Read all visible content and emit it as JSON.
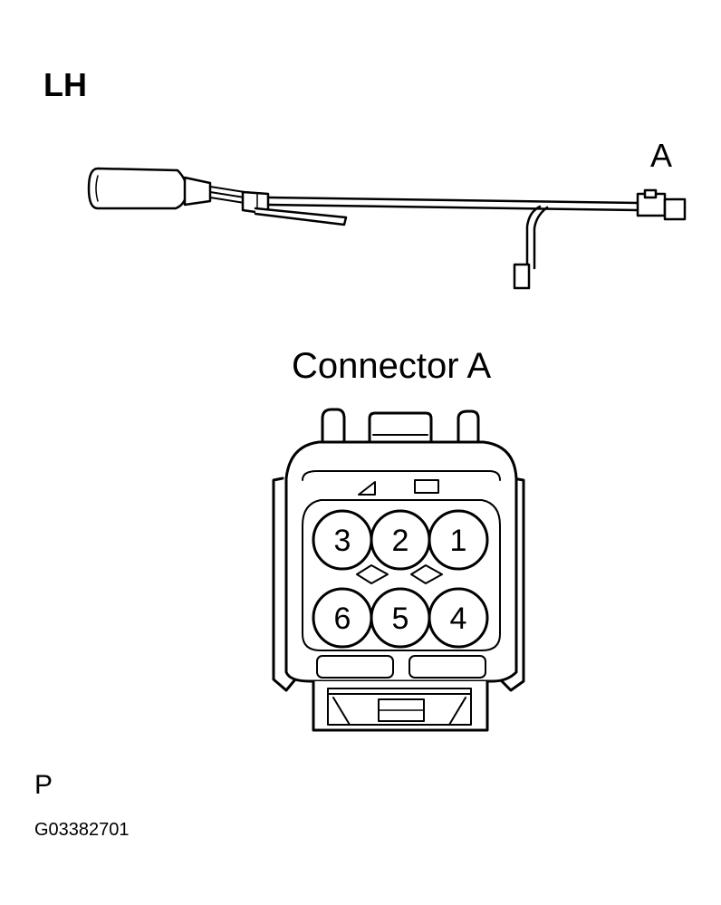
{
  "diagram": {
    "side_label": "LH",
    "connector_callout": "A",
    "connector_title": "Connector A",
    "variant_code": "P",
    "figure_id": "G03382701"
  },
  "connector": {
    "pins": [
      {
        "row": 1,
        "label": "3"
      },
      {
        "row": 1,
        "label": "2"
      },
      {
        "row": 1,
        "label": "1"
      },
      {
        "row": 2,
        "label": "6"
      },
      {
        "row": 2,
        "label": "5"
      },
      {
        "row": 2,
        "label": "4"
      }
    ]
  }
}
